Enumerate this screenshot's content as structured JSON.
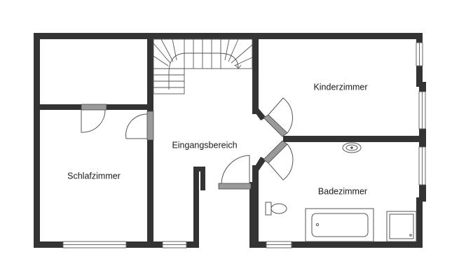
{
  "plan": {
    "rooms": [
      {
        "id": "schlafzimmer",
        "label": "Schlafzimmer"
      },
      {
        "id": "eingangsbereich",
        "label": "Eingangsbereich"
      },
      {
        "id": "kinderzimmer",
        "label": "Kinderzimmer"
      },
      {
        "id": "badezimmer",
        "label": "Badezimmer"
      }
    ]
  },
  "colors": {
    "wall": "#333333",
    "line": "#555555",
    "window": "#bdbdbd",
    "door": "#9a9a9a",
    "background": "#ffffff"
  }
}
